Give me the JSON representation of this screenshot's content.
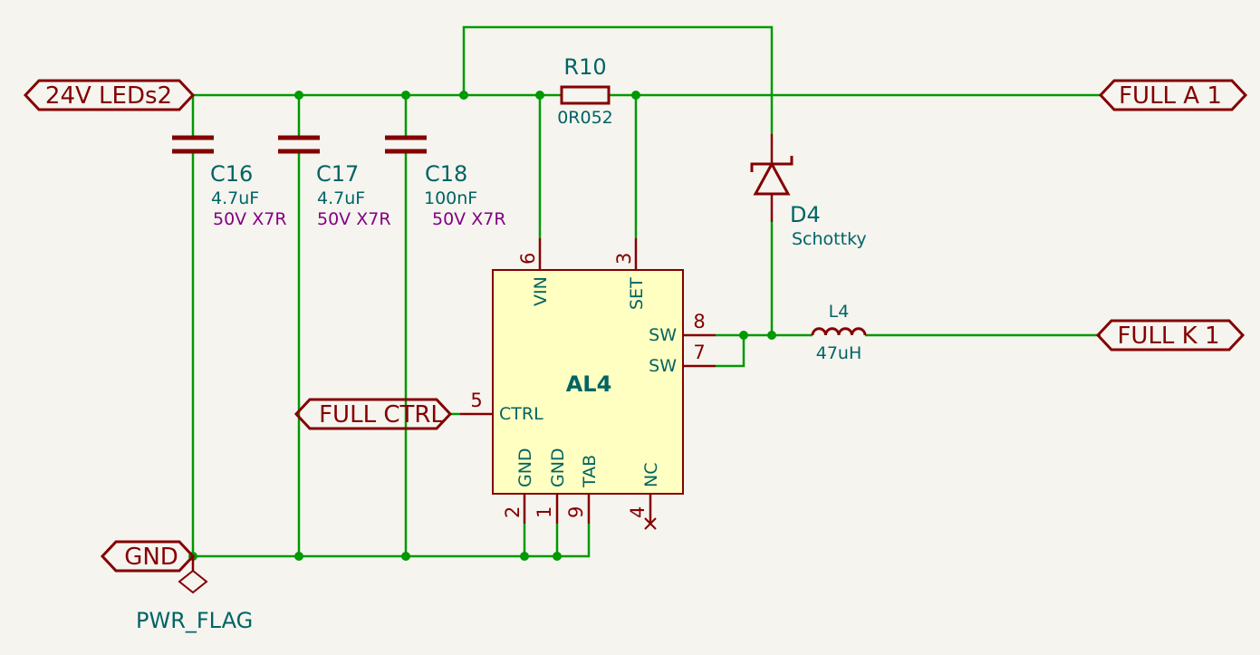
{
  "labels": {
    "in_24v": "24V LEDs2",
    "gnd": "GND",
    "full_ctrl": "FULL CTRL",
    "full_a": "FULL A 1",
    "full_k": "FULL K 1",
    "pwr_flag": "PWR_FLAG"
  },
  "components": {
    "c16": {
      "ref": "C16",
      "value": "4.7uF",
      "rating": "50V X7R"
    },
    "c17": {
      "ref": "C17",
      "value": "4.7uF",
      "rating": "50V X7R"
    },
    "c18": {
      "ref": "C18",
      "value": "100nF",
      "rating": "50V X7R"
    },
    "r10": {
      "ref": "R10",
      "value": "0R052"
    },
    "d4": {
      "ref": "D4",
      "value": "Schottky"
    },
    "l4": {
      "ref": "L4",
      "value": "47uH"
    },
    "al4": {
      "ref": "AL4",
      "pins": {
        "vin": {
          "name": "VIN",
          "num": "6"
        },
        "set": {
          "name": "SET",
          "num": "3"
        },
        "sw_a": {
          "name": "SW",
          "num": "8"
        },
        "sw_b": {
          "name": "SW",
          "num": "7"
        },
        "ctrl": {
          "name": "CTRL",
          "num": "5"
        },
        "gnd_a": {
          "name": "GND",
          "num": "2"
        },
        "gnd_b": {
          "name": "GND",
          "num": "1"
        },
        "tab": {
          "name": "TAB",
          "num": "9"
        },
        "nc": {
          "name": "NC",
          "num": "4"
        }
      }
    }
  },
  "colors": {
    "wire": "#009900",
    "symbol": "#840000",
    "ic_fill": "#ffffc2",
    "reference_text": "#006464",
    "rating_text": "#840084",
    "background": "#f5f4ef"
  }
}
